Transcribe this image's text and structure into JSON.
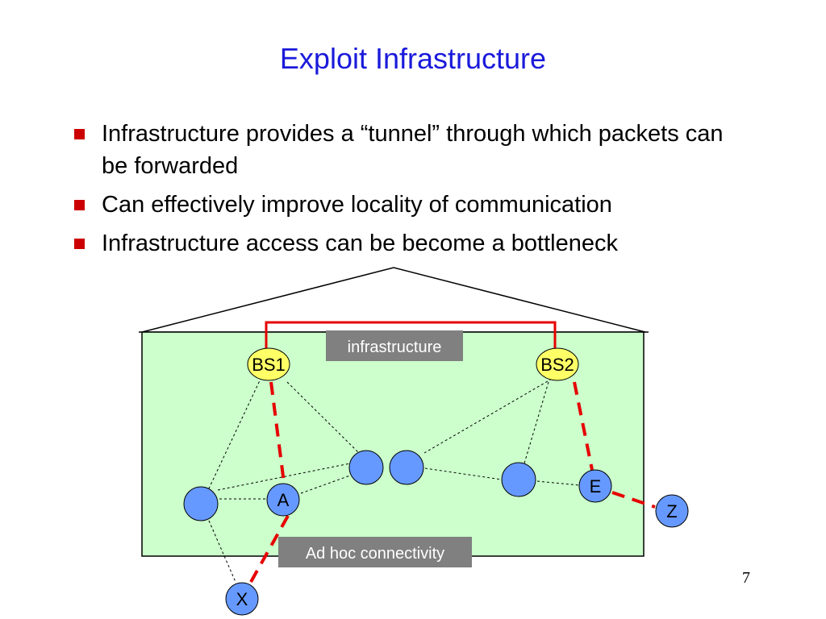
{
  "slide": {
    "title": "Exploit Infrastructure",
    "bullets": [
      "Infrastructure provides a “tunnel” through which packets can be forwarded",
      "Can effectively improve locality of communication",
      "Infrastructure access can be become a bottleneck"
    ],
    "page_number": "7"
  },
  "diagram": {
    "infrastructure_label": "infrastructure",
    "adhoc_label": "Ad hoc connectivity",
    "base_stations": [
      "BS1",
      "BS2"
    ],
    "nodes": [
      "A",
      "E",
      "Z",
      "X"
    ],
    "colors": {
      "title": "#1a1adb",
      "region_fill": "#ccffcc",
      "base_station_fill": "#ffff66",
      "node_fill": "#6699ff",
      "link_red": "#e60000",
      "label_box": "#808080",
      "bullet": "#cc0000"
    }
  }
}
